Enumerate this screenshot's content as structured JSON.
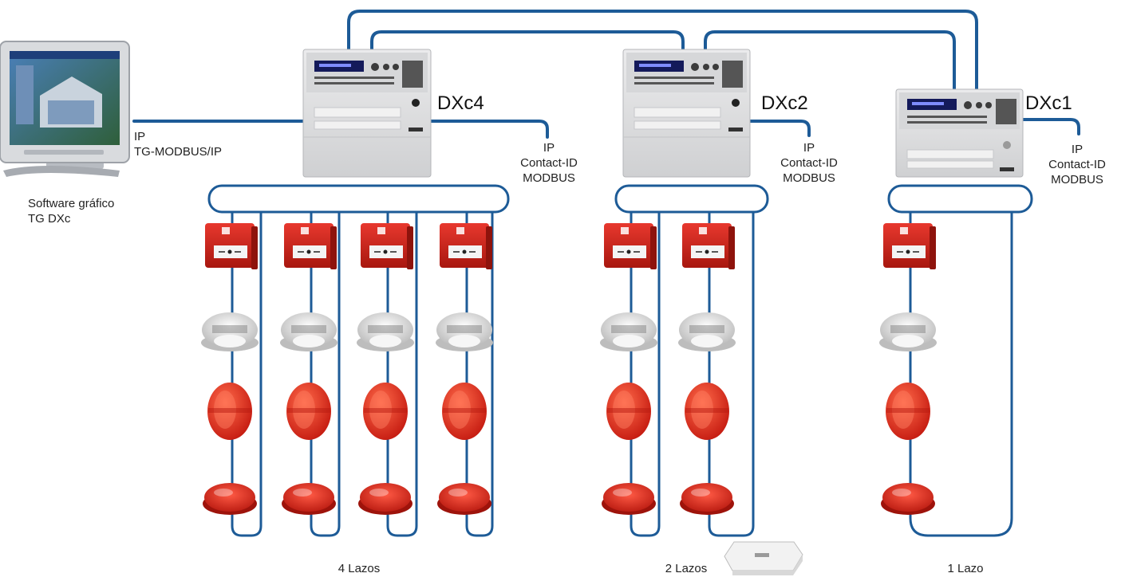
{
  "colors": {
    "wire": "#1d5b97",
    "panel": "#e2e3e4",
    "device_red": "#d42b22",
    "detector": "#e7e7e7"
  },
  "software": {
    "title_line1": "Software gráfico",
    "title_line2": "TG DXc"
  },
  "pc_link": {
    "proto_line1": "IP",
    "proto_line2": "TG-MODBUS/IP"
  },
  "panels": [
    {
      "name": "DXc4",
      "comm_line1": "IP",
      "comm_line2": "Contact-ID",
      "comm_line3": "MODBUS",
      "loops_label": "4 Lazos",
      "loop_count": 4
    },
    {
      "name": "DXc2",
      "comm_line1": "IP",
      "comm_line2": "Contact-ID",
      "comm_line3": "MODBUS",
      "loops_label": "2 Lazos",
      "loop_count": 2
    },
    {
      "name": "DXc1",
      "comm_line1": "IP",
      "comm_line2": "Contact-ID",
      "comm_line3": "MODBUS",
      "loops_label": "1 Lazo",
      "loop_count": 1
    }
  ],
  "device_types": [
    "manual-call-point",
    "smoke-detector",
    "sounder",
    "beacon"
  ]
}
